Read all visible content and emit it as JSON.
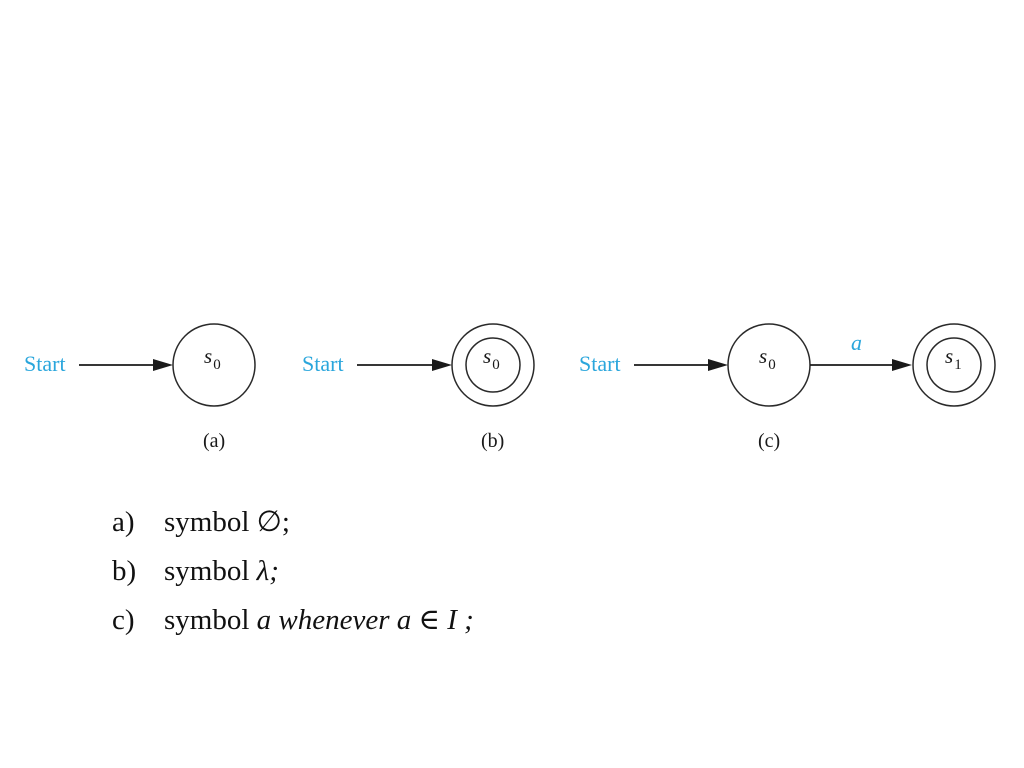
{
  "diagram": {
    "a": {
      "start_label": "Start",
      "state_main": "s",
      "state_sub": "0",
      "caption": "(a)"
    },
    "b": {
      "start_label": "Start",
      "state_main": "s",
      "state_sub": "0",
      "caption": "(b)"
    },
    "c": {
      "start_label": "Start",
      "state0_main": "s",
      "state0_sub": "0",
      "edge_label": "a",
      "state1_main": "s",
      "state1_sub": "1",
      "caption": "(c)"
    }
  },
  "notes": [
    {
      "marker": "a)",
      "prefix": "symbol ",
      "emphasis": "∅",
      "suffix": ";"
    },
    {
      "marker": "b)",
      "prefix": "symbol ",
      "emphasis": "λ;",
      "suffix": ""
    },
    {
      "marker": "c)",
      "prefix": "symbol ",
      "emphasis": "a whenever a ∈ I ;",
      "suffix": ""
    }
  ],
  "colors": {
    "accent": "#2aa6dc",
    "ink": "#1a1a1a"
  }
}
